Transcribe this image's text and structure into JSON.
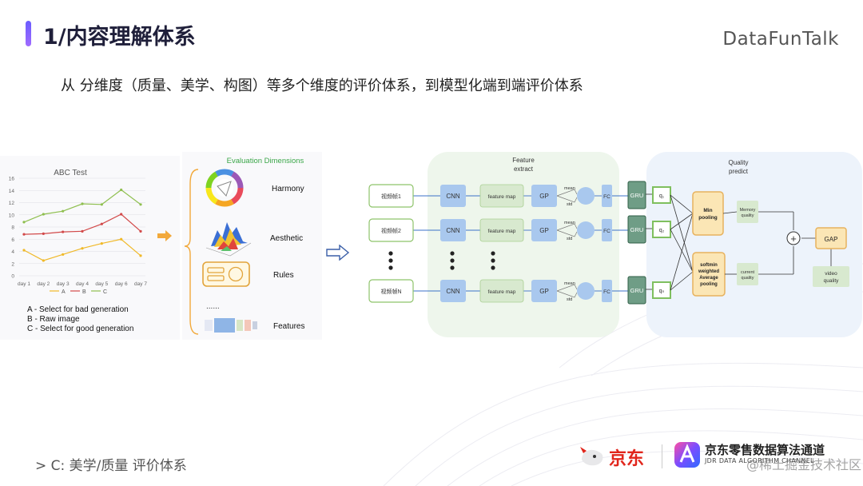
{
  "slide": {
    "title": "1/内容理解体系",
    "brand": "DataFunTalk",
    "subtitle": "从 分维度（质量、美学、构图）等多个维度的评价体系，到模型化端到端评价体系",
    "footnote": "> C: 美学/质量 评价体系"
  },
  "abc_chart": {
    "title": "ABC Test",
    "y_ticks": [
      "0",
      "2",
      "4",
      "6",
      "8",
      "10",
      "12",
      "14",
      "16"
    ],
    "categories": [
      "day 1",
      "day 2",
      "day 3",
      "day 4",
      "day 5",
      "day 6",
      "day 7"
    ],
    "legend": [
      "A",
      "B",
      "C"
    ],
    "notes": [
      "A - Select for bad generation",
      "B - Raw image",
      "C - Select for good generation"
    ]
  },
  "chart_data": {
    "type": "line",
    "title": "ABC Test",
    "categories": [
      "day 1",
      "day 2",
      "day 3",
      "day 4",
      "day 5",
      "day 6",
      "day 7"
    ],
    "ylim": [
      0,
      16
    ],
    "grid": true,
    "legend_position": "bottom",
    "series": [
      {
        "name": "A",
        "values": [
          4.2,
          2.5,
          3.5,
          4.5,
          5.3,
          6.0,
          3.3
        ],
        "color": "#f0b929"
      },
      {
        "name": "B",
        "values": [
          6.8,
          6.9,
          7.2,
          7.3,
          8.5,
          10.1,
          7.3
        ],
        "color": "#d24a4a"
      },
      {
        "name": "C",
        "values": [
          8.8,
          10.1,
          10.6,
          11.8,
          11.7,
          14.1,
          11.7
        ],
        "color": "#8fbf4f"
      }
    ]
  },
  "dimensions": {
    "title": "Evaluation Dimensions",
    "items": [
      "Harmony",
      "Aesthetic",
      "Rules",
      "Features"
    ],
    "ellipsis": "......"
  },
  "network": {
    "feature_label": [
      "Feature",
      "extract"
    ],
    "quality_label": [
      "Quality",
      "predict"
    ],
    "inputs": [
      "视频帧1",
      "视频帧2",
      "视频帧N"
    ],
    "cnn": "CNN",
    "feature_map": "feature map",
    "gp": "GP",
    "mean": "mean",
    "std": "std",
    "fc": "FC",
    "gru": "GRU",
    "q_labels": [
      "q₁",
      "q₂",
      "qₙ"
    ],
    "min_pooling": [
      "Min",
      "pooling"
    ],
    "softmin": [
      "softmin",
      "weighted",
      "Average",
      "pooling"
    ],
    "memory_quality": [
      "Memory",
      "quality"
    ],
    "current_quality": [
      "current",
      "quality"
    ],
    "plus": "+",
    "gap": "GAP",
    "video_quality": [
      "video",
      "quality"
    ]
  },
  "footer": {
    "jd": "京东",
    "channel_title": "京东零售数据算法通道",
    "channel_sub": "JDR DATA ALGORITHM CHANNEL",
    "watermark": "@稀土掘金技术社区"
  },
  "colors": {
    "accent": "#7b61ff",
    "module_blue": "#a9c8ee",
    "module_green": "#d8e9cf",
    "gru": "#6f9d86",
    "pooling": "#fbe6b5"
  }
}
